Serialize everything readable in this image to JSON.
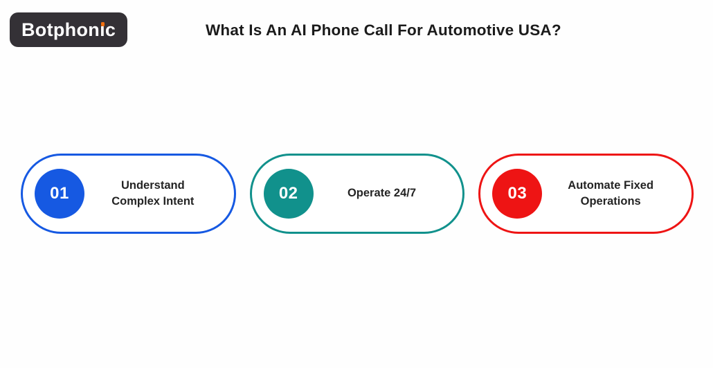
{
  "page": {
    "background": "#FEFEFE",
    "title": "What Is An AI Phone Call For Automotive USA?",
    "title_color": "#1B1B1B"
  },
  "logo": {
    "text": "Botphonic",
    "pre": "Botphon",
    "i_char": "ı",
    "post": "c",
    "background": "#343136",
    "text_color": "#FFFFFF",
    "dot_color": "#F06E0E"
  },
  "cards": [
    {
      "number": "01",
      "label": "Understand\nComplex Intent",
      "accent": "#1659E2"
    },
    {
      "number": "02",
      "label": "Operate 24/7",
      "accent": "#11918C"
    },
    {
      "number": "03",
      "label": "Automate Fixed\nOperations",
      "accent": "#EE1414"
    }
  ],
  "card_text_color": "#242424",
  "number_text_color": "#FFFFFF"
}
